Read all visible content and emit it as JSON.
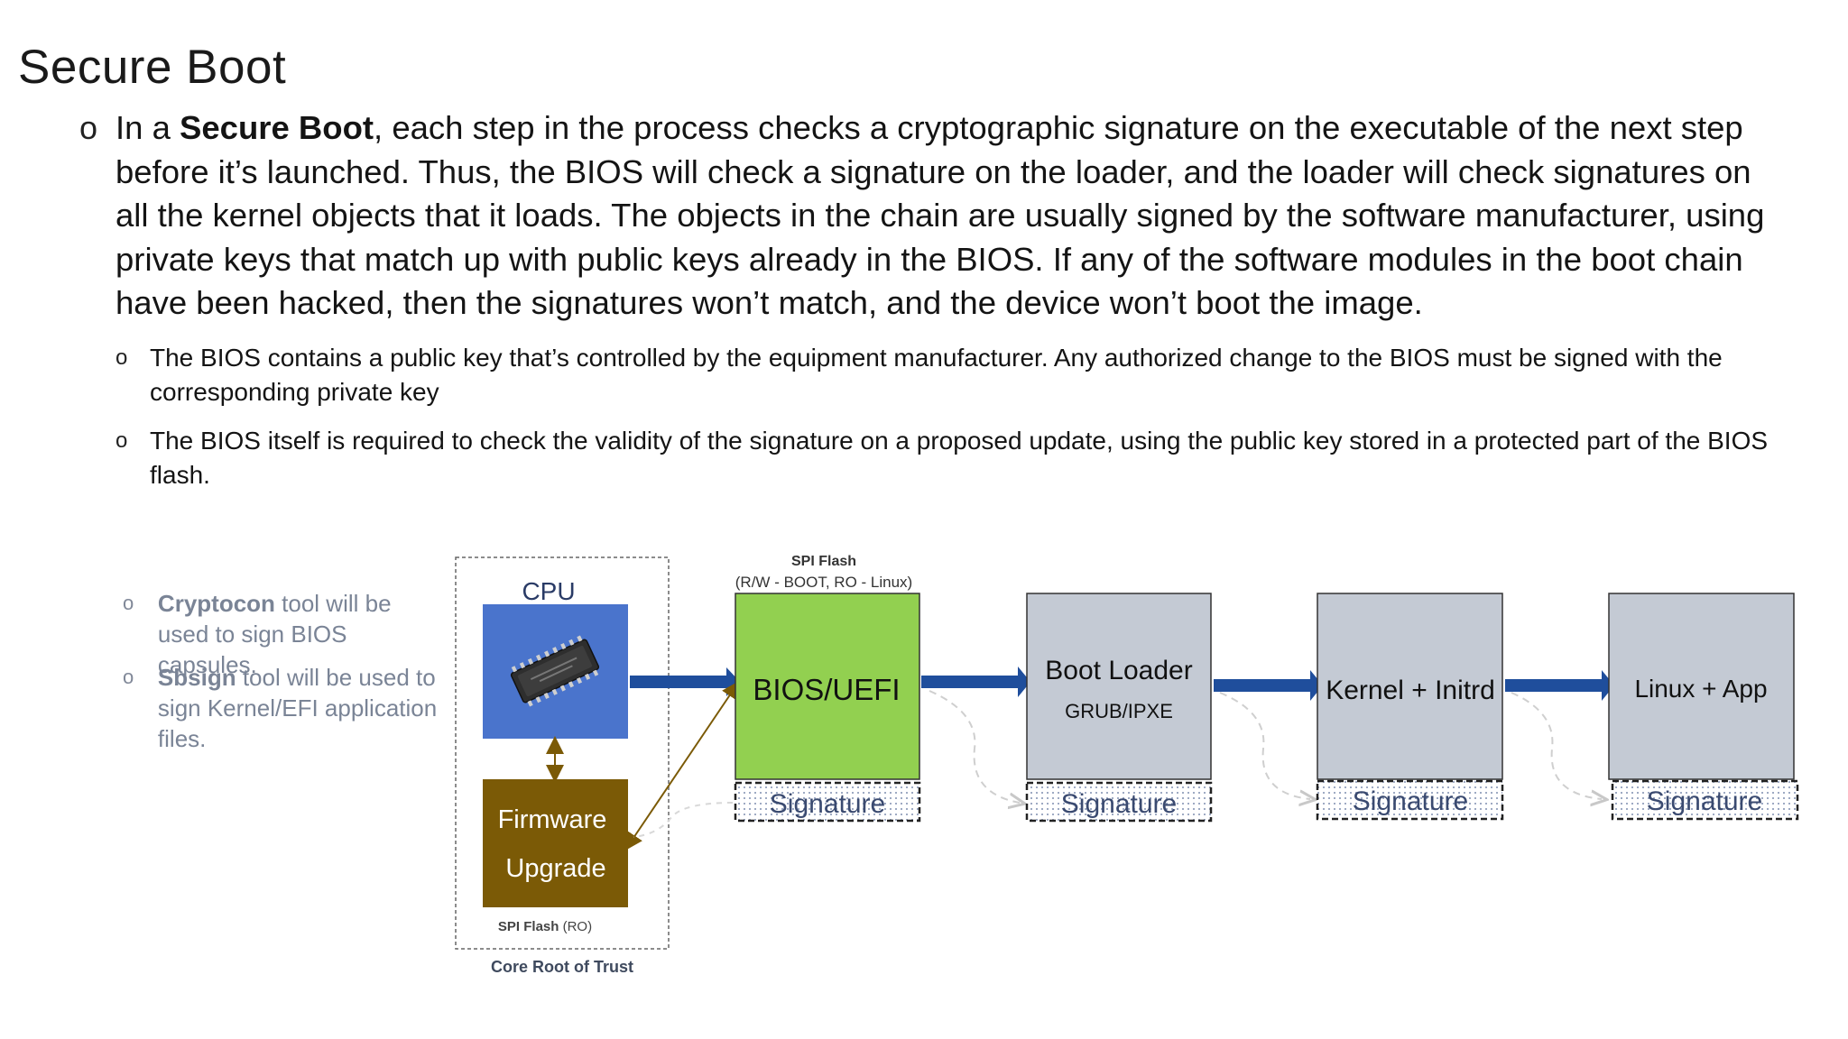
{
  "title": "Secure Boot",
  "main_bullet": {
    "pre": "In a ",
    "bold": "Secure Boot",
    "post": ", each step in the process checks a cryptographic signature on the executable of the next step before it’s launched. Thus, the BIOS will check a signature on the loader, and the loader will check signatures on all the kernel objects that it loads. The objects in the chain are usually signed by the software manufacturer, using private keys that match up with public keys already in the BIOS. If any of the software modules in the boot chain have been hacked, then the signatures won’t match, and the device won’t boot the image."
  },
  "sub_bullets": [
    "The BIOS contains a public key that’s controlled by the equipment manufacturer. Any authorized change to the BIOS must be signed with the corresponding private key",
    "The BIOS itself is required to check the validity of the signature on a proposed update, using the public key stored in a protected part of the BIOS flash."
  ],
  "side_notes": [
    {
      "bold": "Cryptocon",
      "rest": " tool will be used to sign BIOS capsules."
    },
    {
      "bold": "Sbsign",
      "rest": " tool will be used to sign Kernel/EFI application files."
    }
  ],
  "bullet_glyph": "o",
  "diagram": {
    "cpu_label": "CPU",
    "firmware_line1": "Firmware",
    "firmware_line2": "Upgrade",
    "spi_ro_bold": "SPI Flash",
    "spi_ro_rest": " (RO)",
    "core_root": "Core Root of Trust",
    "spi_flash_title": "SPI Flash",
    "spi_flash_sub": "(R/W - BOOT, RO - Linux)",
    "bios": "BIOS/UEFI",
    "bootloader": "Boot Loader",
    "bootloader_sub": "GRUB/IPXE",
    "kernel": "Kernel + Initrd",
    "linux": "Linux + App",
    "signature": "Signature",
    "colors": {
      "cpu_blue": "#4a74cc",
      "firmware_brown": "#7b5a06",
      "bios_green": "#92d050",
      "stage_gray": "#c4cad4",
      "arrow_blue": "#1f4e9c"
    }
  }
}
